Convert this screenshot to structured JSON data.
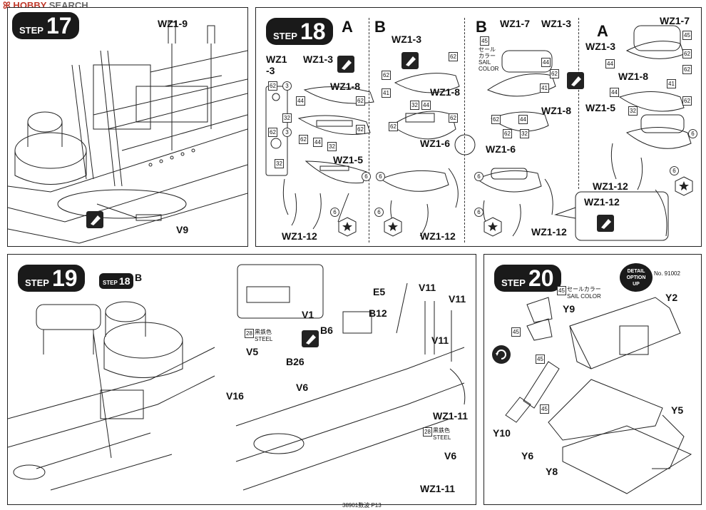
{
  "watermark": {
    "part1": "ꕤ HOBBY",
    "part2": "SEARCH"
  },
  "footer": "38901数波 P13",
  "step17": {
    "word": "STEP",
    "num": "17",
    "labels": {
      "wz1_9": "WZ1-9",
      "v9": "V9"
    }
  },
  "step18": {
    "word": "STEP",
    "num": "18",
    "variants": [
      "A",
      "B",
      "B",
      "A"
    ],
    "col1": {
      "wz1_3_stack": "WZ1\n-3",
      "wz1_3": "WZ1-3",
      "wz1_8": "WZ1-8",
      "wz1_5": "WZ1-5",
      "wz1_12": "WZ1-12"
    },
    "col2": {
      "wz1_3": "WZ1-3",
      "wz1_8": "WZ1-8",
      "wz1_6": "WZ1-6",
      "wz1_12": "WZ1-12"
    },
    "col3": {
      "wz1_7": "WZ1-7",
      "wz1_3": "WZ1-3",
      "sail": "セール\nカラー\nSAIL\nCOLOR",
      "wz1_8": "WZ1-8",
      "wz1_6": "WZ1-6",
      "wz1_12": "WZ1-12"
    },
    "col4": {
      "wz1_7": "WZ1-7",
      "wz1_3": "WZ1-3",
      "wz1_8": "WZ1-8",
      "wz1_5": "WZ1-5",
      "wz1_12": "WZ1-12",
      "callout": "WZ1-12"
    },
    "codes": {
      "c62": "62",
      "c3": "3",
      "c32": "32",
      "c44": "44",
      "c41": "41",
      "c45": "45",
      "c6": "6"
    },
    "dots": "6 · · · ·"
  },
  "step19": {
    "word": "STEP",
    "num": "19",
    "ref_word": "STEP",
    "ref_num": "18",
    "ref_variant": "B",
    "labels": {
      "v1": "V1",
      "e5": "E5",
      "v11a": "V11",
      "v11b": "V11",
      "v11c": "V11",
      "b12": "B12",
      "b6": "B6",
      "b26": "B26",
      "v5": "V5",
      "v6a": "V6",
      "v6b": "V6",
      "v16": "V16",
      "wz1_11a": "WZ1-11",
      "wz1_11b": "WZ1-11"
    },
    "steel1": {
      "code": "28",
      "jp": "黒鉄色",
      "en": "STEEL"
    },
    "steel2": {
      "code": "28",
      "jp": "黒鉄色",
      "en": "STEEL"
    }
  },
  "step20": {
    "word": "STEP",
    "num": "20",
    "sail": {
      "code": "45",
      "jp": "セールカラー",
      "en": "SAIL COLOR"
    },
    "detail": {
      "l1": "DETAIL",
      "l2": "OPTION",
      "l3": "UP",
      "no": "No. 91002"
    },
    "labels": {
      "y9": "Y9",
      "y2": "Y2",
      "y10": "Y10",
      "y6": "Y6",
      "y5": "Y5",
      "y8": "Y8"
    },
    "codes": {
      "c45a": "45",
      "c45b": "45",
      "c45c": "45"
    }
  }
}
